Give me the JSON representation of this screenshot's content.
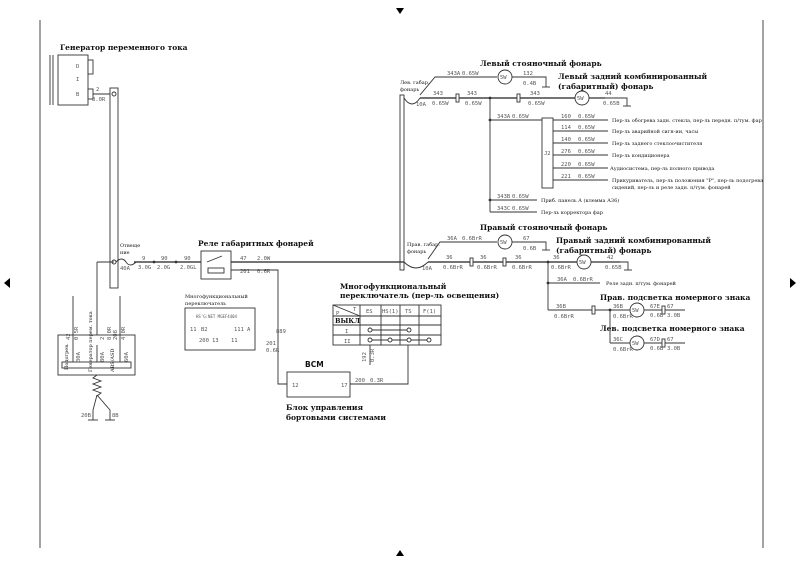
{
  "generator": {
    "title": "Генератор переменного тока",
    "terminals": [
      "D",
      "I",
      "B"
    ],
    "wire_num": "2",
    "wire_spec": "8.0R"
  },
  "main_fuse": {
    "label_1": "Отвеще",
    "label_2": "ние",
    "rating": "40A"
  },
  "feed_wires": [
    {
      "num": "9",
      "spec": "3.0G"
    },
    {
      "num": "90",
      "spec": "2.0G"
    },
    {
      "num": "90",
      "spec": "2.0GL"
    }
  ],
  "relay": {
    "title": "Реле габаритных фонарей",
    "out_wire": {
      "num": "47",
      "spec": "2.0W"
    },
    "coil_wire": {
      "num": "201",
      "spec": "0.6R"
    }
  },
  "bcm": {
    "name": "BCM",
    "pin_in": "12",
    "pin_out": "17",
    "caption_1": "Блок управления",
    "caption_2": "бортовыми системами",
    "wire_in": {
      "num": "201",
      "spec": "0.6R",
      "code": "889"
    },
    "wire_out": {
      "num": "200",
      "spec": "0.3R"
    }
  },
  "small_switch": {
    "caption_1": "Многофункциональный",
    "caption_2": "переключатель",
    "header": "HS'G:NET  MGEF4404",
    "pins_top": [
      "11",
      "B2",
      "111",
      "A"
    ],
    "pins_bottom": [
      "200",
      "13",
      "11"
    ]
  },
  "fuse_block": {
    "items": [
      {
        "label": "Подогрев.",
        "num": "42",
        "spec": "0.5R",
        "rating": "30A"
      },
      {
        "label": "Генератор перем. тока",
        "num": "2",
        "spec": "8.0R",
        "rating": "80A"
      },
      {
        "label": "ABS/ASD",
        "num": "208",
        "spec": "4.0R",
        "rating": "60A"
      }
    ],
    "grounds": [
      "20B",
      "8B"
    ]
  },
  "switch_table": {
    "title_1": "Многофункциональный",
    "title_2": "переключатель (пер-ль освещения)",
    "columns": [
      "P",
      "T",
      "ES",
      "HS(1)",
      "TS",
      "F(1)"
    ],
    "rows": [
      "ВЫКЛ",
      "I",
      "II"
    ],
    "wire_num": "192",
    "wire_spec": "0.3R"
  },
  "left": {
    "fuse_label_1": "Лев. габар.",
    "fuse_label_2": "фонарь",
    "fuse_rating": "10A",
    "main_wires": [
      {
        "num": "343",
        "spec": "0.65W"
      },
      {
        "num": "343",
        "spec": "0.65W"
      },
      {
        "num": "343",
        "spec": "0.65W"
      }
    ],
    "parking_title": "Левый стояночный фонарь",
    "parking_wire": {
      "num": "343A",
      "spec": "0.65W"
    },
    "parking_bulb": "5W",
    "parking_ground": {
      "num": "132",
      "spec": "0.4B"
    },
    "rear_title_1": "Левый задний комбинированный",
    "rear_title_2": "(габаритный) фонарь",
    "rear_bulb": "5W",
    "rear_ground": {
      "num": "44",
      "spec": "0.65B"
    },
    "j2_feed": {
      "num": "343A",
      "spec": "0.65W"
    },
    "j2_label": "J2",
    "j2_outputs": [
      {
        "num": "160",
        "spec": "0.65W",
        "dest": "Пер-ль обогрева задн. стекла, пер-ль передн. п/тум. фар"
      },
      {
        "num": "114",
        "spec": "0.65W",
        "dest": "Пер-ль аварийной сигн-ии, часы"
      },
      {
        "num": "140",
        "spec": "0.65W",
        "dest": "Пер-ль заднего стеклоочистителя"
      },
      {
        "num": "276",
        "spec": "0.65W",
        "dest": "Пер-ль кондиционера"
      },
      {
        "num": "220",
        "spec": "0.65W",
        "dest": "Аудиосистема, пер-ль полного привода"
      },
      {
        "num": "221",
        "spec": "0.65W",
        "dest": "Прикуриватель, пер-ль положения \"P\", пер-ль подогрева",
        "dest_2": "сидений, пер-ль и реле задн. п/тум. фонарей"
      }
    ],
    "extra_outputs": [
      {
        "num": "343B",
        "spec": "0.65W",
        "dest": "Приб. панель А (клемма А36)"
      },
      {
        "num": "343C",
        "spec": "0.65W",
        "dest": "Пер-ль корректора фар"
      }
    ]
  },
  "right": {
    "fuse_label_1": "Прав. габар.",
    "fuse_label_2": "фонарь",
    "fuse_rating": "10A",
    "main_wires": [
      {
        "num": "36",
        "spec": "0.6BrR"
      },
      {
        "num": "36",
        "spec": "0.6BrR"
      },
      {
        "num": "36",
        "spec": "0.6BrR"
      },
      {
        "num": "36",
        "spec": "0.6BrR"
      }
    ],
    "parking_title": "Правый стояночный фонарь",
    "parking_wire": {
      "num": "36A",
      "spec": "0.6BrR"
    },
    "parking_bulb": "5W",
    "parking_ground": {
      "num": "67",
      "spec": "0.6B"
    },
    "rear_title_1": "Правый задний комбинированный",
    "rear_title_2": "(габаритный) фонарь",
    "rear_bulb": "5W",
    "rear_ground": {
      "num": "42",
      "spec": "0.65B"
    },
    "relay_feed": {
      "num": "36A",
      "spec": "0.6BrR",
      "dest": "Реле задн. п/тум. фонарей"
    },
    "plate_wire": {
      "num": "36B",
      "spec": "0.6BrR"
    },
    "plate_right": {
      "title": "Прав. подсветка номерного знака",
      "wire": {
        "num": "36B",
        "spec": "0.6BrR"
      },
      "bulb": "5W",
      "out": {
        "num": "67E",
        "spec": "0.6B"
      },
      "ground": {
        "num": "67",
        "spec": "3.0B"
      }
    },
    "plate_left": {
      "title": "Лев. подсветка номерного знака",
      "wire": {
        "num": "36C",
        "spec": "0.6BrR"
      },
      "bulb": "5W",
      "out": {
        "num": "67D",
        "spec": "0.6B"
      },
      "ground": {
        "num": "67",
        "spec": "3.0B"
      }
    }
  }
}
